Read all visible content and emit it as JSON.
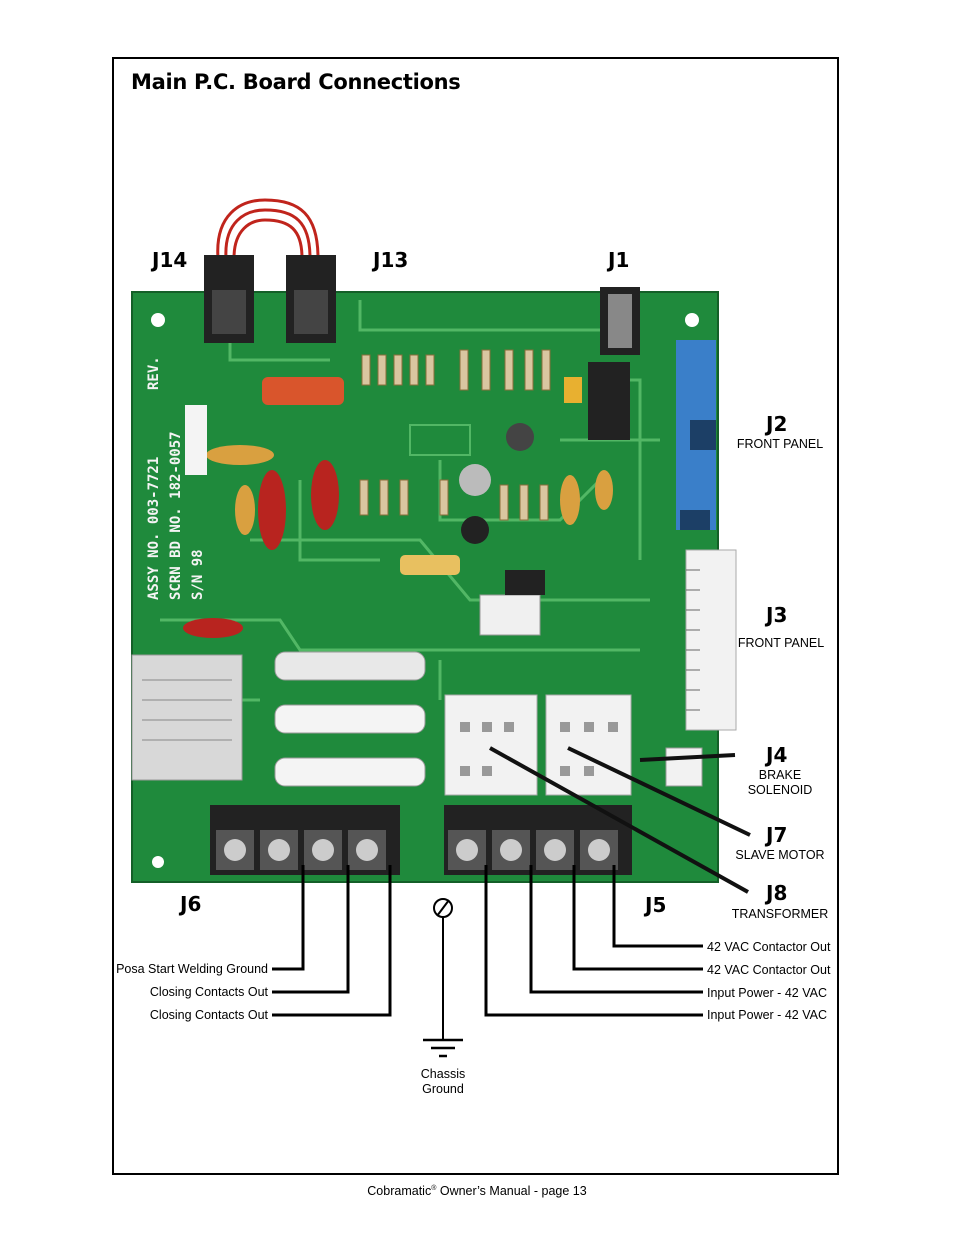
{
  "title": "Main P.C. Board Connections",
  "connectors": {
    "j14": "J14",
    "j13": "J13",
    "j1": "J1",
    "j2": {
      "label": "J2",
      "desc": "FRONT PANEL"
    },
    "j3": {
      "label": "J3",
      "desc": "FRONT PANEL"
    },
    "j4": {
      "label": "J4",
      "desc_line1": "BRAKE",
      "desc_line2": "SOLENOID"
    },
    "j7": {
      "label": "J7",
      "desc": "SLAVE MOTOR"
    },
    "j8": {
      "label": "J8",
      "desc": "TRANSFORMER"
    },
    "j6": "J6",
    "j5": "J5"
  },
  "j6_wires": [
    "Posa Start Welding Ground",
    "Closing Contacts Out",
    "Closing Contacts Out"
  ],
  "j5_wires": [
    "42 VAC Contactor Out",
    "42 VAC Contactor Out",
    "Input Power - 42 VAC",
    "Input Power - 42 VAC"
  ],
  "ground": {
    "line1": "Chassis",
    "line2": "Ground"
  },
  "board_markings": {
    "assy": "ASSY NO. 003-7721",
    "scrn": "SCRN BD NO. 182-0057",
    "sn": "S/N  98",
    "rev": "REV."
  },
  "footer": {
    "brand": "Cobramatic",
    "mark": "®",
    "rest": " Owner’s Manual - page 13"
  },
  "colors": {
    "board": "#1f8a3c",
    "trace": "#52b765",
    "connector_blue": "#3a7fc9",
    "wire_red": "#c0241c"
  }
}
